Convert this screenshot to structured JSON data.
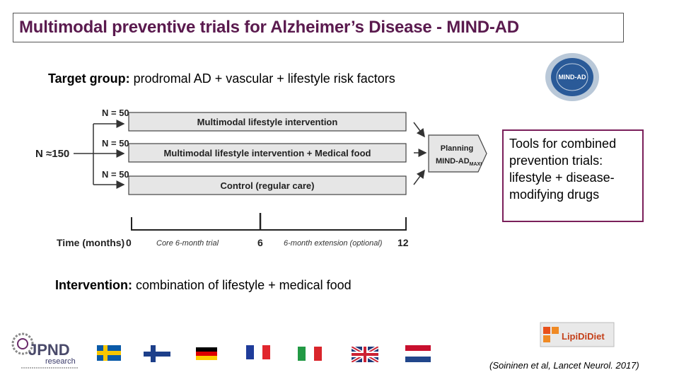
{
  "title": "Multimodal preventive trials for Alzheimer’s Disease -  MIND-AD",
  "target_group": {
    "label": "Target group:",
    "text": " prodromal AD + vascular + lifestyle risk factors"
  },
  "diagram": {
    "total_n": "N ≈150",
    "arms": [
      {
        "n": "N = 50",
        "label": "Multimodal lifestyle intervention"
      },
      {
        "n": "N = 50",
        "label": "Multimodal lifestyle intervention + Medical food"
      },
      {
        "n": "N = 50",
        "label": "Control (regular care)"
      }
    ],
    "planning": {
      "line1": "Planning",
      "line2": "MIND-AD",
      "subscript": "MAXI"
    },
    "timeline": {
      "label": "Time (months)",
      "ticks": [
        "0",
        "6",
        "12"
      ],
      "phase1": "Core 6-month trial",
      "phase2": "6-month extension (optional)"
    }
  },
  "tools_box": "Tools for combined prevention trials: lifestyle + disease-modifying drugs",
  "intervention": {
    "label": "Intervention:",
    "text": " combination of lifestyle + medical food"
  },
  "logos": {
    "jpnd_main": "JPND",
    "jpnd_sub": "research",
    "lipididiet": "LipiDiDiet",
    "mind_ad_seal": "MIND-AD"
  },
  "flags": [
    "sweden",
    "finland",
    "germany",
    "france",
    "italy",
    "united-kingdom",
    "netherlands"
  ],
  "colors": {
    "title": "#5a1a4e",
    "box_border": "#7a1f5a",
    "bar_fill": "#e6e6e6",
    "bar_stroke": "#444444"
  },
  "citation": "(Soininen et al, Lancet Neurol. 2017)"
}
